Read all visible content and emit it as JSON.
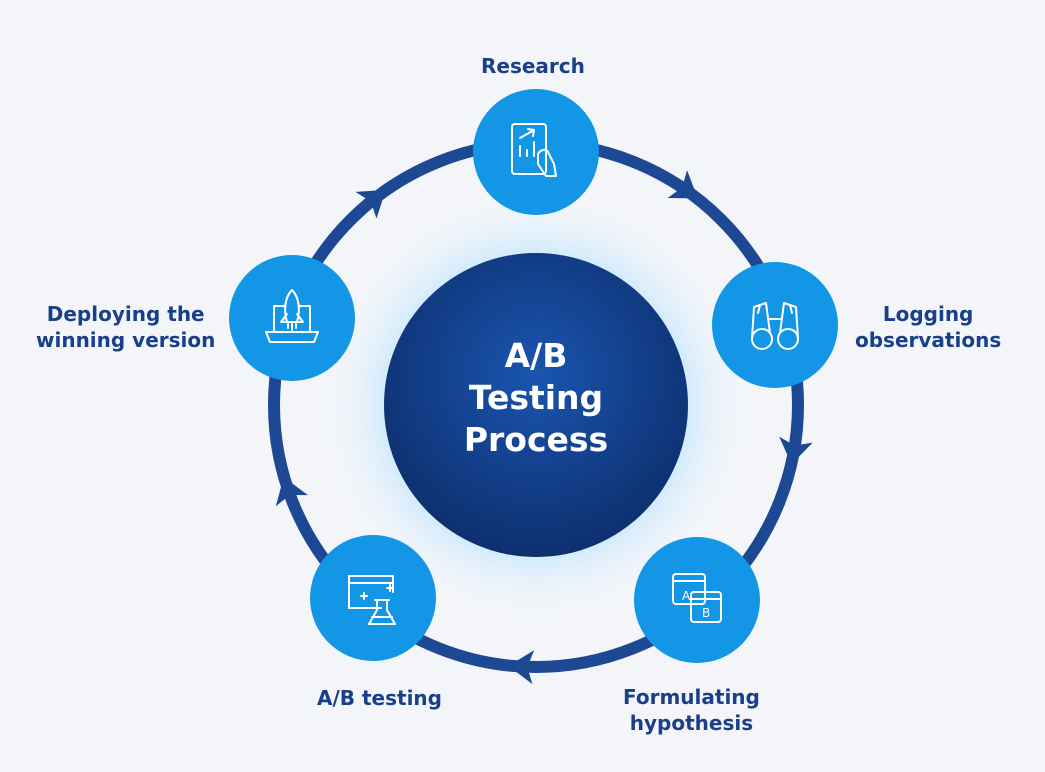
{
  "center_title": "A/B\nTesting\nProcess",
  "colors": {
    "background": "#f3f5f9",
    "ring": "#1c4894",
    "step_circle": "#1396e6",
    "center_dark": "#0d2f6e",
    "center_light": "#1a55b0",
    "glow": "#8fd4ff",
    "label": "#1a3f8a"
  },
  "steps": [
    {
      "label": "Research",
      "icon": "chart-tablet-hand-icon"
    },
    {
      "label": "Logging\nobservations",
      "icon": "binoculars-icon"
    },
    {
      "label": "Formulating\nhypothesis",
      "icon": "ab-windows-icon"
    },
    {
      "label": "A/B testing",
      "icon": "browser-flask-icon"
    },
    {
      "label": "Deploying the\nwinning version",
      "icon": "rocket-laptop-icon"
    }
  ]
}
